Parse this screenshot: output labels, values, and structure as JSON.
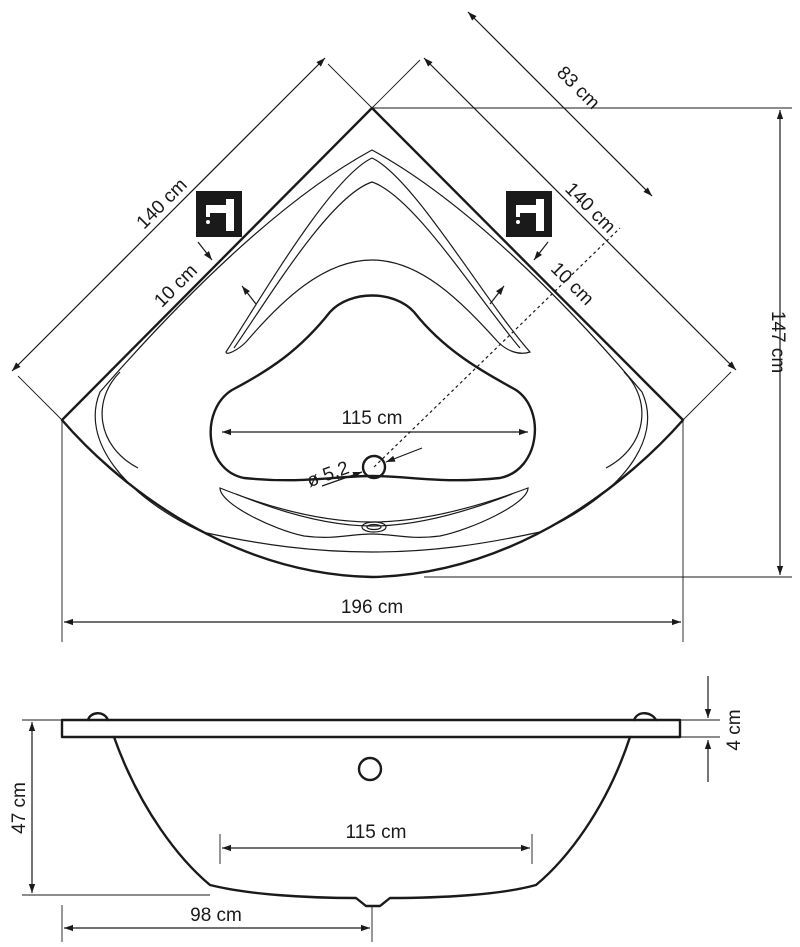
{
  "top_view": {
    "dims": {
      "side_left": "140 cm",
      "side_right": "140 cm",
      "depth_corner": "83 cm",
      "height": "147 cm",
      "width": "196 cm",
      "inner_width": "115 cm",
      "rim_left": "10 cm",
      "rim_right": "10 cm",
      "drain": "ø 5,2"
    },
    "faucet_icons": [
      "faucet-icon-left",
      "faucet-icon-right"
    ]
  },
  "side_view": {
    "dims": {
      "rim_thickness": "4 cm",
      "depth": "47 cm",
      "inner_width": "115 cm",
      "half_width": "98 cm"
    }
  },
  "colors": {
    "line": "#1a1a1a",
    "background": "#ffffff"
  }
}
